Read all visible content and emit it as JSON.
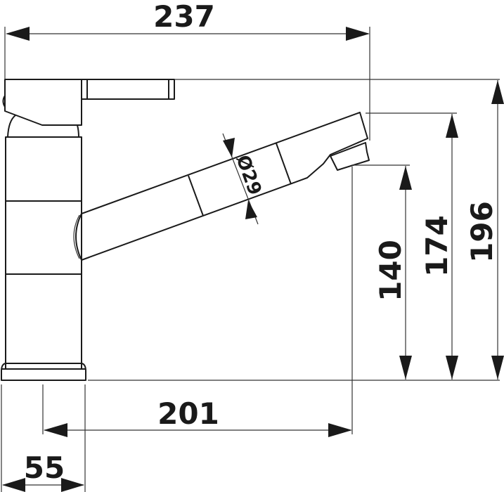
{
  "drawing": {
    "title": "Kitchen faucet dimension drawing",
    "units": "mm",
    "line_color": "#1a1a1a",
    "background": "#ffffff"
  },
  "dimensions": {
    "overall_reach": {
      "label": "237",
      "orientation": "horizontal"
    },
    "spout_reach": {
      "label": "201",
      "orientation": "horizontal"
    },
    "base_width": {
      "label": "55",
      "orientation": "horizontal"
    },
    "outlet_height": {
      "label": "140",
      "orientation": "vertical"
    },
    "spout_top_height": {
      "label": "174",
      "orientation": "vertical"
    },
    "overall_height": {
      "label": "196",
      "orientation": "vertical"
    },
    "spout_diameter": {
      "label": "Ø29",
      "orientation": "angled"
    }
  }
}
